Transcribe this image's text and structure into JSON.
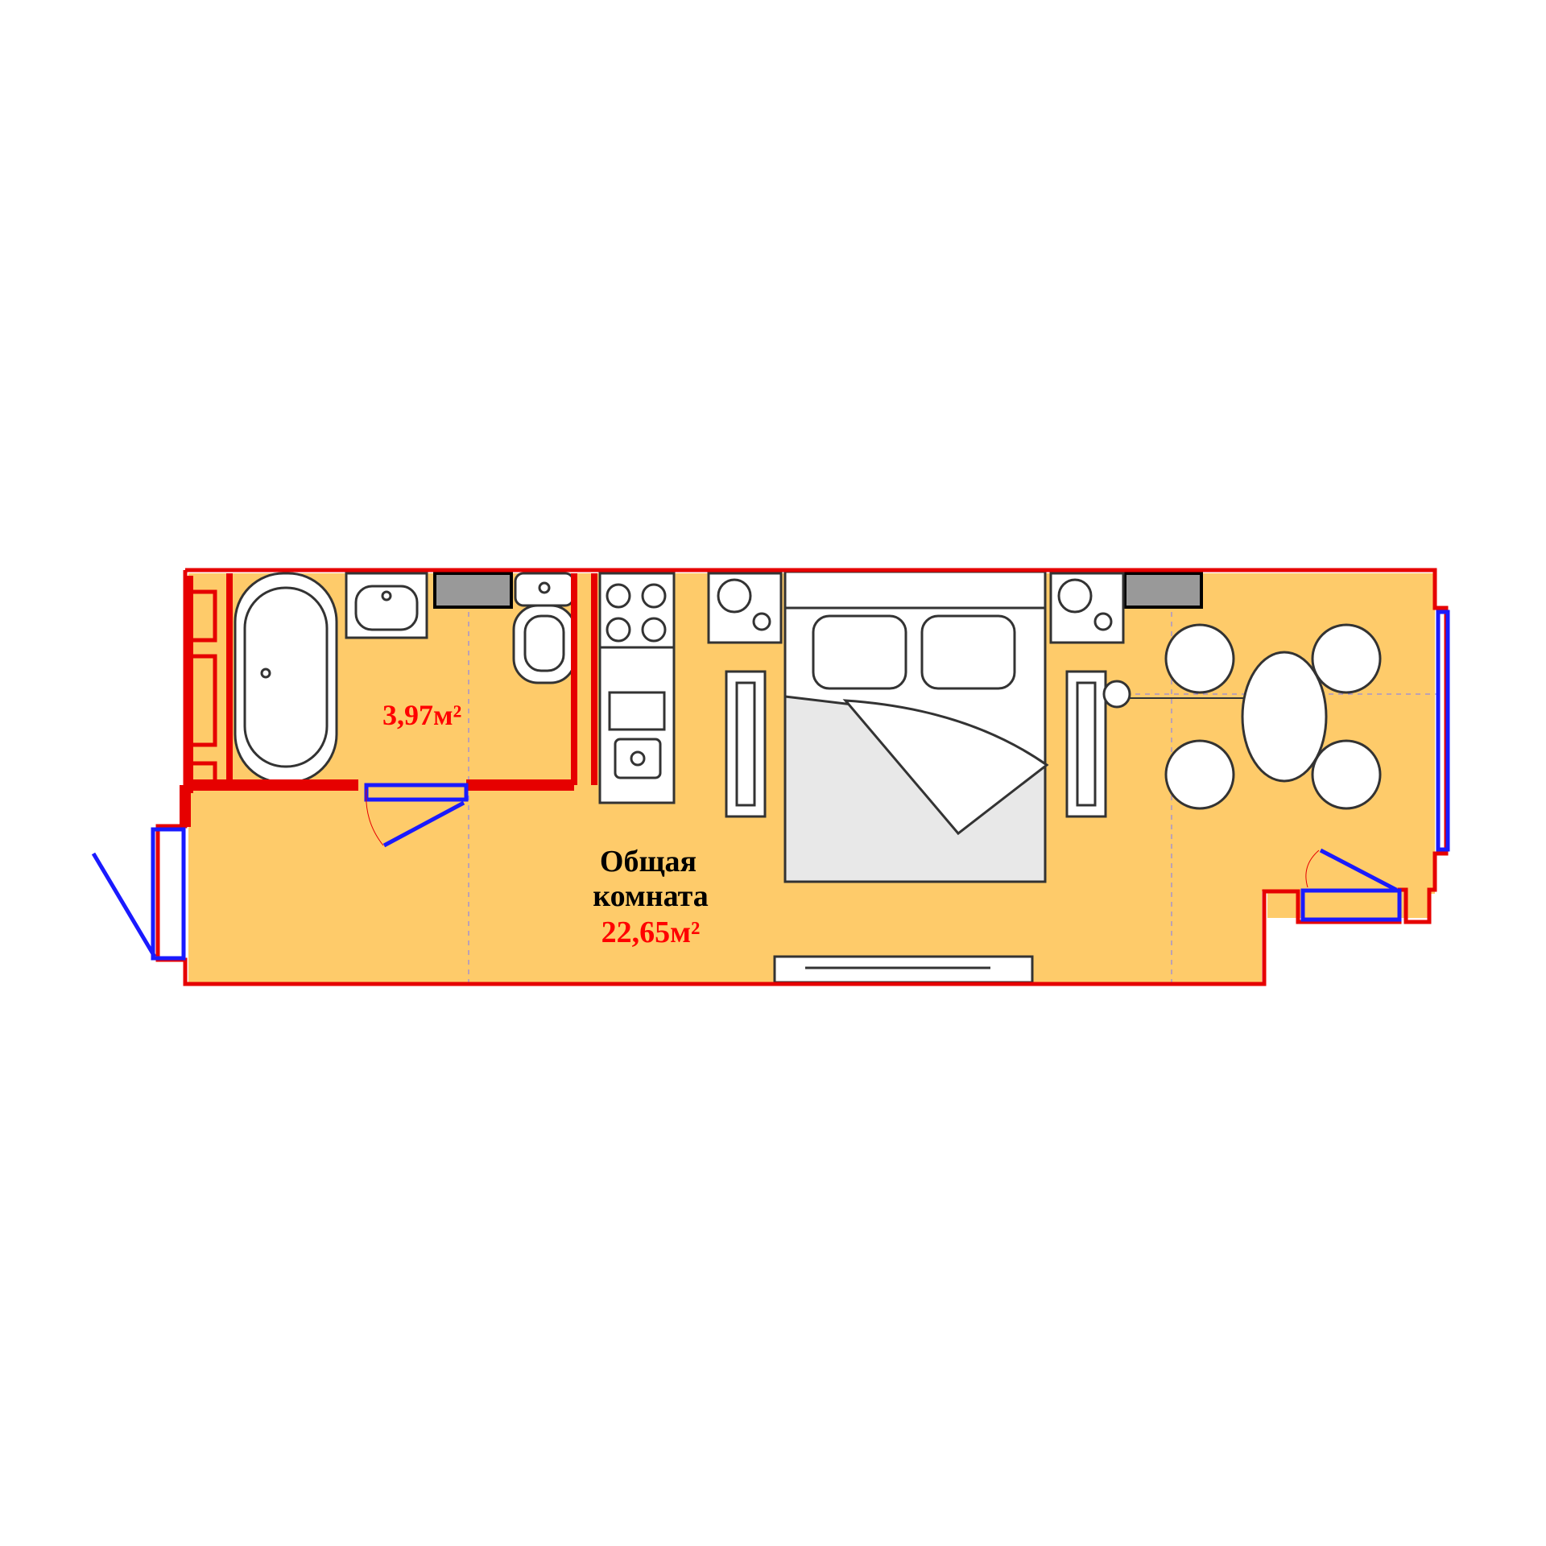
{
  "rooms": {
    "bathroom": {
      "area": "3,97м²"
    },
    "main": {
      "name_line1": "Общая",
      "name_line2": "комната",
      "area": "22,65м²"
    }
  },
  "colors": {
    "floor": "#fecb6a",
    "wall": "#e60000",
    "door": "#1a1aff",
    "furniture_fill": "#ffffff",
    "furniture_line": "#333333",
    "area_text": "#ff0000",
    "name_text": "#000000"
  },
  "icons": [
    "bathtub-icon",
    "sink-icon",
    "toilet-icon",
    "stove-icon",
    "kitchen-sink-icon",
    "bed-icon",
    "nightstand-icon",
    "dining-table-icon",
    "armchair-icon",
    "sofa-icon",
    "door-icon",
    "window-icon"
  ]
}
